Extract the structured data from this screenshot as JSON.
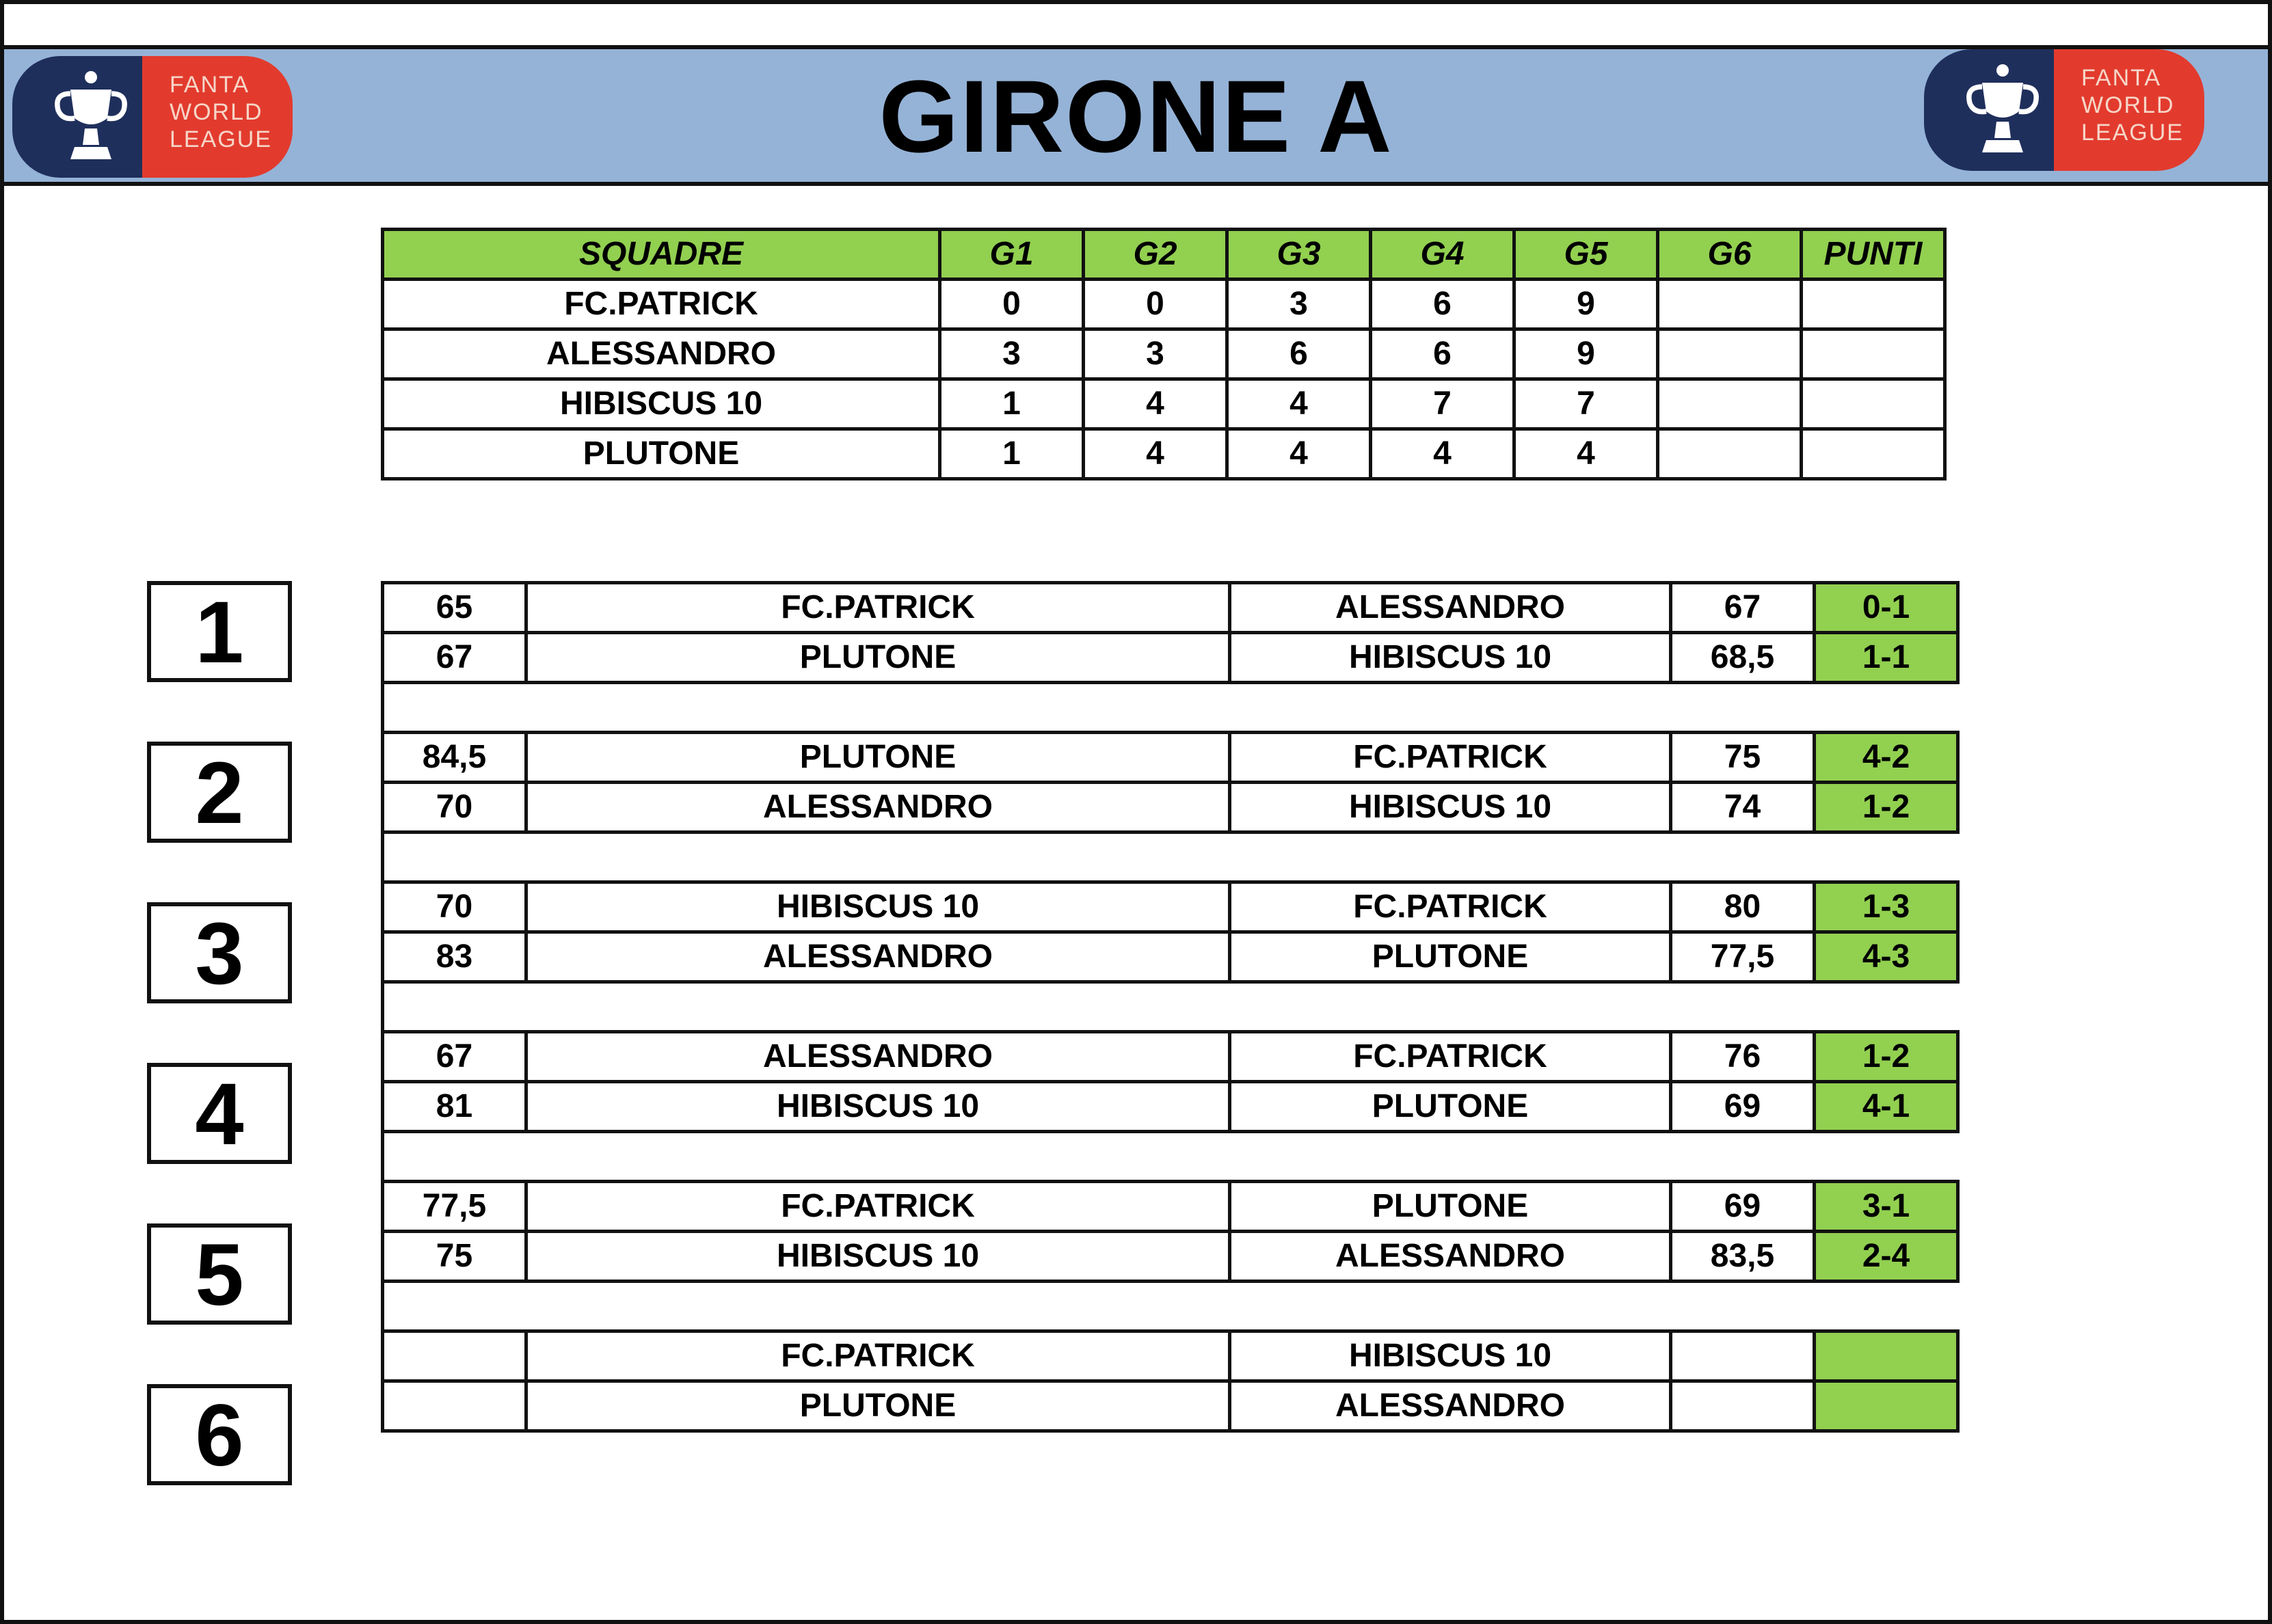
{
  "title": "GIRONE A",
  "logo": {
    "line1": "FANTA",
    "line2": "WORLD",
    "line3": "LEAGUE"
  },
  "colors": {
    "header_bg": "#95b3d7",
    "accent_green": "#92d050",
    "logo_navy": "#1f2f5c",
    "logo_red": "#e23b2e"
  },
  "standings": {
    "headers": [
      "SQUADRE",
      "G1",
      "G2",
      "G3",
      "G4",
      "G5",
      "G6",
      "PUNTI"
    ],
    "rows": [
      [
        "FC.PATRICK",
        "0",
        "0",
        "3",
        "6",
        "9",
        "",
        ""
      ],
      [
        "ALESSANDRO",
        "3",
        "3",
        "6",
        "6",
        "9",
        "",
        ""
      ],
      [
        "HIBISCUS 10",
        "1",
        "4",
        "4",
        "7",
        "7",
        "",
        ""
      ],
      [
        "PLUTONE",
        "1",
        "4",
        "4",
        "4",
        "4",
        "",
        ""
      ]
    ]
  },
  "rounds": [
    {
      "number": "1",
      "matches": [
        {
          "home_score": "65",
          "home": "FC.PATRICK",
          "away": "ALESSANDRO",
          "away_score": "67",
          "result": "0-1"
        },
        {
          "home_score": "67",
          "home": "PLUTONE",
          "away": "HIBISCUS 10",
          "away_score": "68,5",
          "result": "1-1"
        }
      ]
    },
    {
      "number": "2",
      "matches": [
        {
          "home_score": "84,5",
          "home": "PLUTONE",
          "away": "FC.PATRICK",
          "away_score": "75",
          "result": "4-2"
        },
        {
          "home_score": "70",
          "home": "ALESSANDRO",
          "away": "HIBISCUS 10",
          "away_score": "74",
          "result": "1-2"
        }
      ]
    },
    {
      "number": "3",
      "matches": [
        {
          "home_score": "70",
          "home": "HIBISCUS 10",
          "away": "FC.PATRICK",
          "away_score": "80",
          "result": "1-3"
        },
        {
          "home_score": "83",
          "home": "ALESSANDRO",
          "away": "PLUTONE",
          "away_score": "77,5",
          "result": "4-3"
        }
      ]
    },
    {
      "number": "4",
      "matches": [
        {
          "home_score": "67",
          "home": "ALESSANDRO",
          "away": "FC.PATRICK",
          "away_score": "76",
          "result": "1-2"
        },
        {
          "home_score": "81",
          "home": "HIBISCUS 10",
          "away": "PLUTONE",
          "away_score": "69",
          "result": "4-1"
        }
      ]
    },
    {
      "number": "5",
      "matches": [
        {
          "home_score": "77,5",
          "home": "FC.PATRICK",
          "away": "PLUTONE",
          "away_score": "69",
          "result": "3-1"
        },
        {
          "home_score": "75",
          "home": "HIBISCUS 10",
          "away": "ALESSANDRO",
          "away_score": "83,5",
          "result": "2-4"
        }
      ]
    },
    {
      "number": "6",
      "matches": [
        {
          "home_score": "",
          "home": "FC.PATRICK",
          "away": "HIBISCUS 10",
          "away_score": "",
          "result": ""
        },
        {
          "home_score": "",
          "home": "PLUTONE",
          "away": "ALESSANDRO",
          "away_score": "",
          "result": ""
        }
      ]
    }
  ]
}
